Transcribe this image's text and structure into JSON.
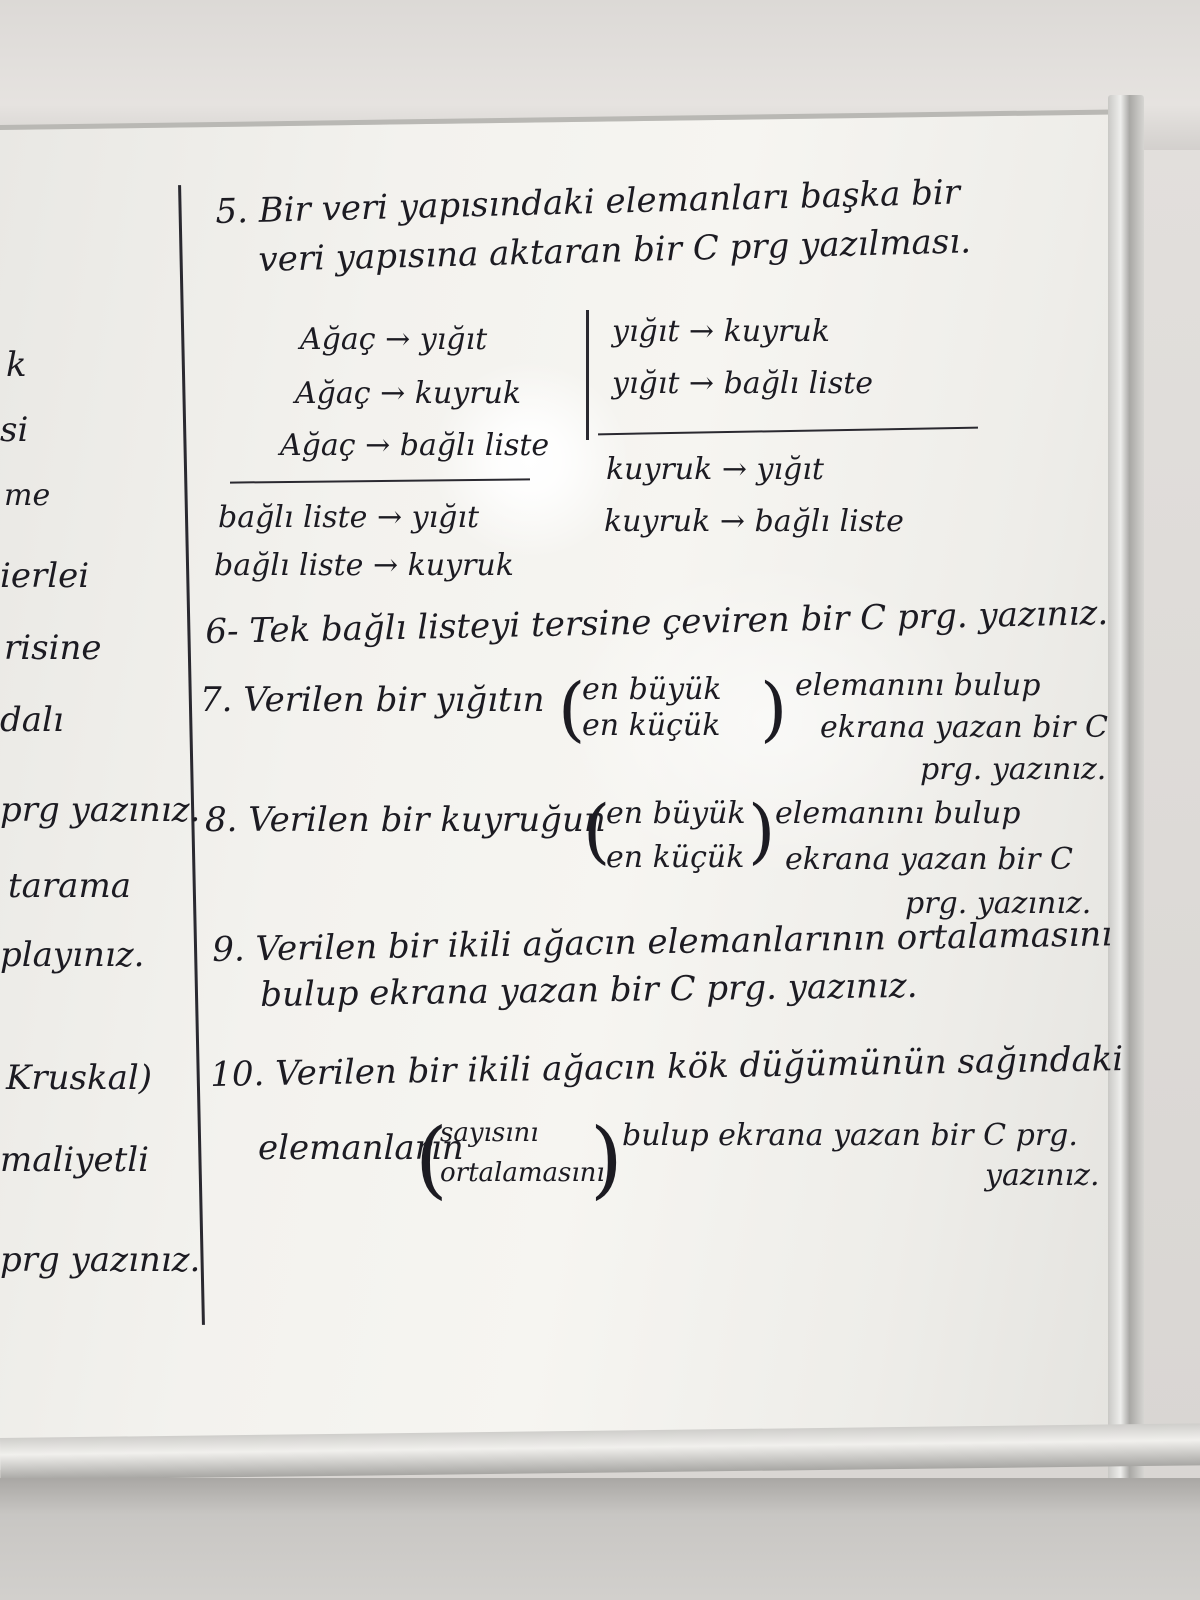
{
  "left_column": [
    "k",
    "si",
    "me",
    "ierlei",
    "risine",
    "dalı",
    "prg yazınız.",
    "tarama",
    "playınız.",
    "Kruskal)",
    "maliyetli",
    "prg yazınız."
  ],
  "q5": {
    "line1": "5. Bir veri yapısındaki elemanları başka bir",
    "line2": "veri yapısına aktaran bir C prg yazılması.",
    "conversions_left": [
      "Ağaç → yığıt",
      "Ağaç → kuyruk",
      "Ağaç → bağlı liste"
    ],
    "conversions_right": [
      "yığıt → kuyruk",
      "yığıt → bağlı liste"
    ],
    "conversions_bottom_left": [
      "bağlı liste → yığıt",
      "bağlı liste → kuyruk"
    ],
    "conversions_bottom_right": [
      "kuyruk → yığıt",
      "kuyruk → bağlı liste"
    ]
  },
  "q6": "6- Tek bağlı listeyi tersine çeviren bir C prg. yazınız.",
  "q7": {
    "start": "7. Verilen bir yığıtın",
    "opt1": "en büyük",
    "opt2": "en küçük",
    "end1": "elemanını bulup",
    "end2": "ekrana yazan bir C",
    "end3": "prg. yazınız."
  },
  "q8": {
    "start": "8. Verilen bir kuyruğun",
    "opt1": "en büyük",
    "opt2": "en küçük",
    "end1": "elemanını bulup",
    "end2": "ekrana yazan bir C",
    "end3": "prg. yazınız."
  },
  "q9": {
    "line1": "9. Verilen bir ikili ağacın elemanlarının ortalamasını",
    "line2": "bulup ekrana yazan bir C prg. yazınız."
  },
  "q10": {
    "start": "10. Verilen bir ikili ağacın kök düğümünün sağındaki",
    "line2a": "elemanların",
    "opt1": "sayısını",
    "opt2": "ortalamasını",
    "line2b": "bulup ekrana yazan bir C prg.",
    "line3": "yazınız."
  }
}
